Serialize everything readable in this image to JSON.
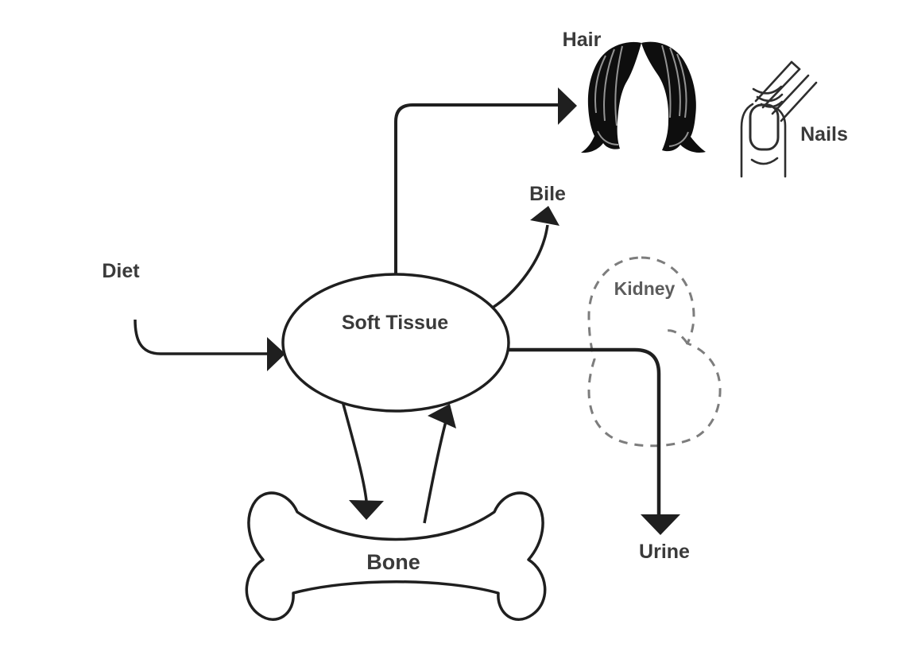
{
  "diagram": {
    "kind": "flow-diagram",
    "nodes": {
      "diet": {
        "label": "Diet"
      },
      "soft_tissue": {
        "label": "Soft Tissue",
        "shape": "ellipse"
      },
      "hair": {
        "label": "Hair",
        "icon": "wig-illustration"
      },
      "nails": {
        "label": "Nails",
        "icon": "fingernail-illustration"
      },
      "bile": {
        "label": "Bile"
      },
      "kidney": {
        "label": "Kidney",
        "shape": "dashed-outline"
      },
      "urine": {
        "label": "Urine"
      },
      "bone": {
        "label": "Bone",
        "shape": "bone-outline"
      }
    },
    "edges": [
      {
        "from": "diet",
        "to": "soft_tissue",
        "style": "solid-arrow"
      },
      {
        "from": "soft_tissue",
        "to": "hair",
        "style": "solid-arrow"
      },
      {
        "from": "soft_tissue",
        "to": "bile",
        "style": "solid-arrow"
      },
      {
        "from": "soft_tissue",
        "to": "urine",
        "via": "kidney",
        "style": "solid-arrow"
      },
      {
        "from": "soft_tissue",
        "to": "bone",
        "style": "solid-arrow"
      },
      {
        "from": "bone",
        "to": "soft_tissue",
        "style": "solid-arrow"
      }
    ],
    "colors": {
      "background": "#ffffff",
      "line": "#1f1f1f",
      "label": "#3a3a3a",
      "kidney_dash": "#7d7d7d",
      "kidney_label": "#5c5c5c",
      "hair_fill": "#0e0e0e"
    }
  }
}
